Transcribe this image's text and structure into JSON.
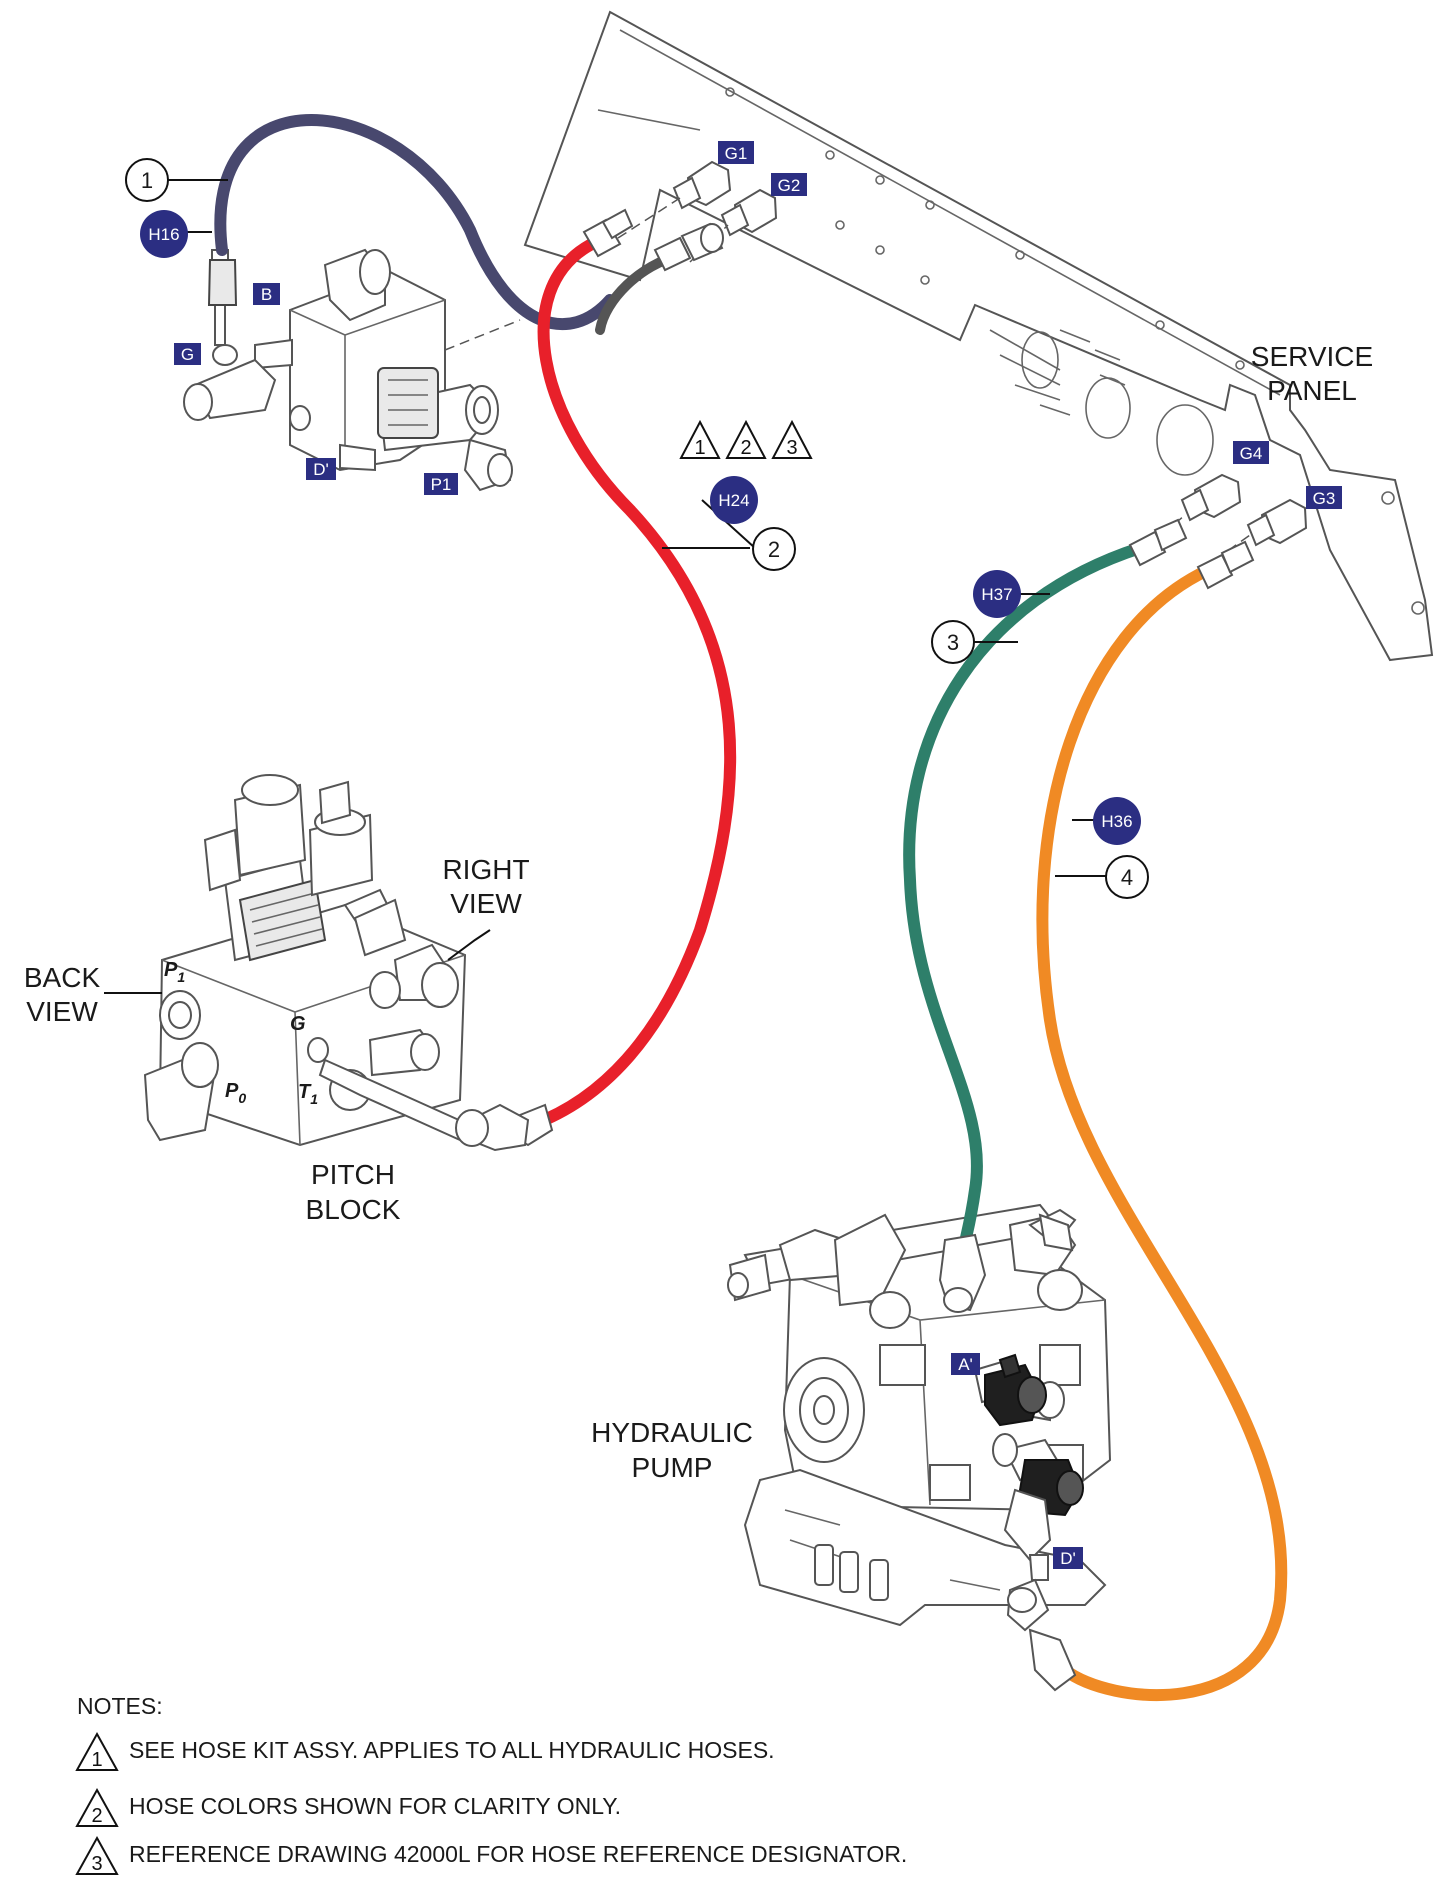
{
  "labels": {
    "service_panel_1": "SERVICE",
    "service_panel_2": "PANEL",
    "right_view_1": "RIGHT",
    "right_view_2": "VIEW",
    "back_view_1": "BACK",
    "back_view_2": "VIEW",
    "pitch_block_1": "PITCH",
    "pitch_block_2": "BLOCK",
    "hydraulic_pump_1": "HYDRAULIC",
    "hydraulic_pump_2": "PUMP"
  },
  "hoses": [
    {
      "callout": "1",
      "designator": "H16",
      "color": "#48486e"
    },
    {
      "callout": "2",
      "designator": "H24",
      "color": "#e8202a"
    },
    {
      "callout": "3",
      "designator": "H37",
      "color": "#2e7f6a"
    },
    {
      "callout": "4",
      "designator": "H36",
      "color": "#f08a24"
    }
  ],
  "ports": {
    "g1": "G1",
    "g2": "G2",
    "g3": "G3",
    "g4": "G4",
    "b": "B",
    "g": "G",
    "d_prime_valve": "D'",
    "p1": "P1",
    "a_prime": "A'",
    "d_prime_pump": "D'"
  },
  "block_marks": {
    "p1": "P",
    "p1_sub": "1",
    "p0": "P",
    "p0_sub": "0",
    "g": "G",
    "t1": "T",
    "t1_sub": "1"
  },
  "notes_flags": [
    "1",
    "2",
    "3"
  ],
  "notes": {
    "heading": "NOTES:",
    "items": [
      {
        "num": "1",
        "text": "SEE HOSE KIT ASSY.  APPLIES TO ALL HYDRAULIC HOSES."
      },
      {
        "num": "2",
        "text": "HOSE COLORS SHOWN FOR CLARITY ONLY."
      },
      {
        "num": "3",
        "text": "REFERENCE DRAWING 42000L FOR HOSE REFERENCE DESIGNATOR."
      }
    ]
  },
  "colors": {
    "badge": "#2b2e82",
    "line": "#555555"
  }
}
